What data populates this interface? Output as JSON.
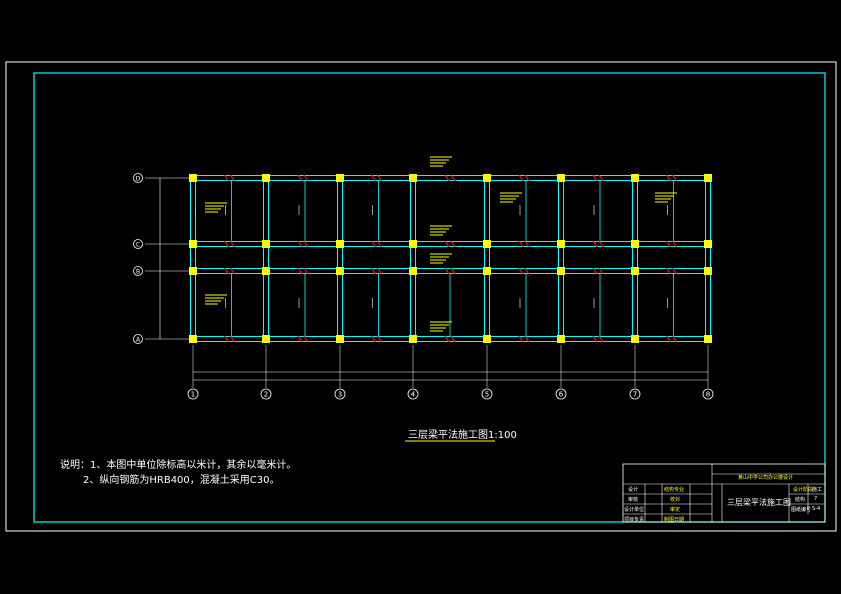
{
  "drawing": {
    "title": "三层梁平法施工图1:100",
    "notes": [
      "说明：1、本图中单位除标高以米计，其余以毫米计。",
      "2、纵向钢筋为HRB400，混凝土采用C30。"
    ],
    "axes_x": [
      "1",
      "2",
      "3",
      "4",
      "5",
      "6",
      "7",
      "8"
    ],
    "axes_y": [
      "A",
      "B",
      "C",
      "D"
    ]
  },
  "title_block": {
    "project": "某山中学公司办公楼设计",
    "drawing_name": "三层梁平法施工图",
    "labels_left": [
      "设计",
      "审核",
      "设计单位",
      "项目负责"
    ],
    "labels_mid": [
      "结构专业",
      "校对",
      "审定",
      "制图日期"
    ],
    "labels_right": [
      "设计阶段",
      "结构",
      "图纸编号"
    ],
    "values_right": [
      "施工",
      "7",
      "S-4"
    ]
  },
  "colors": {
    "frame": "#00ffff",
    "beam": "#00ffff",
    "column": "#ffff00",
    "rebar_mark": "#ff0000",
    "text": "#ffffff",
    "annotation": "#ffff00",
    "dimension": "#ffffff"
  }
}
